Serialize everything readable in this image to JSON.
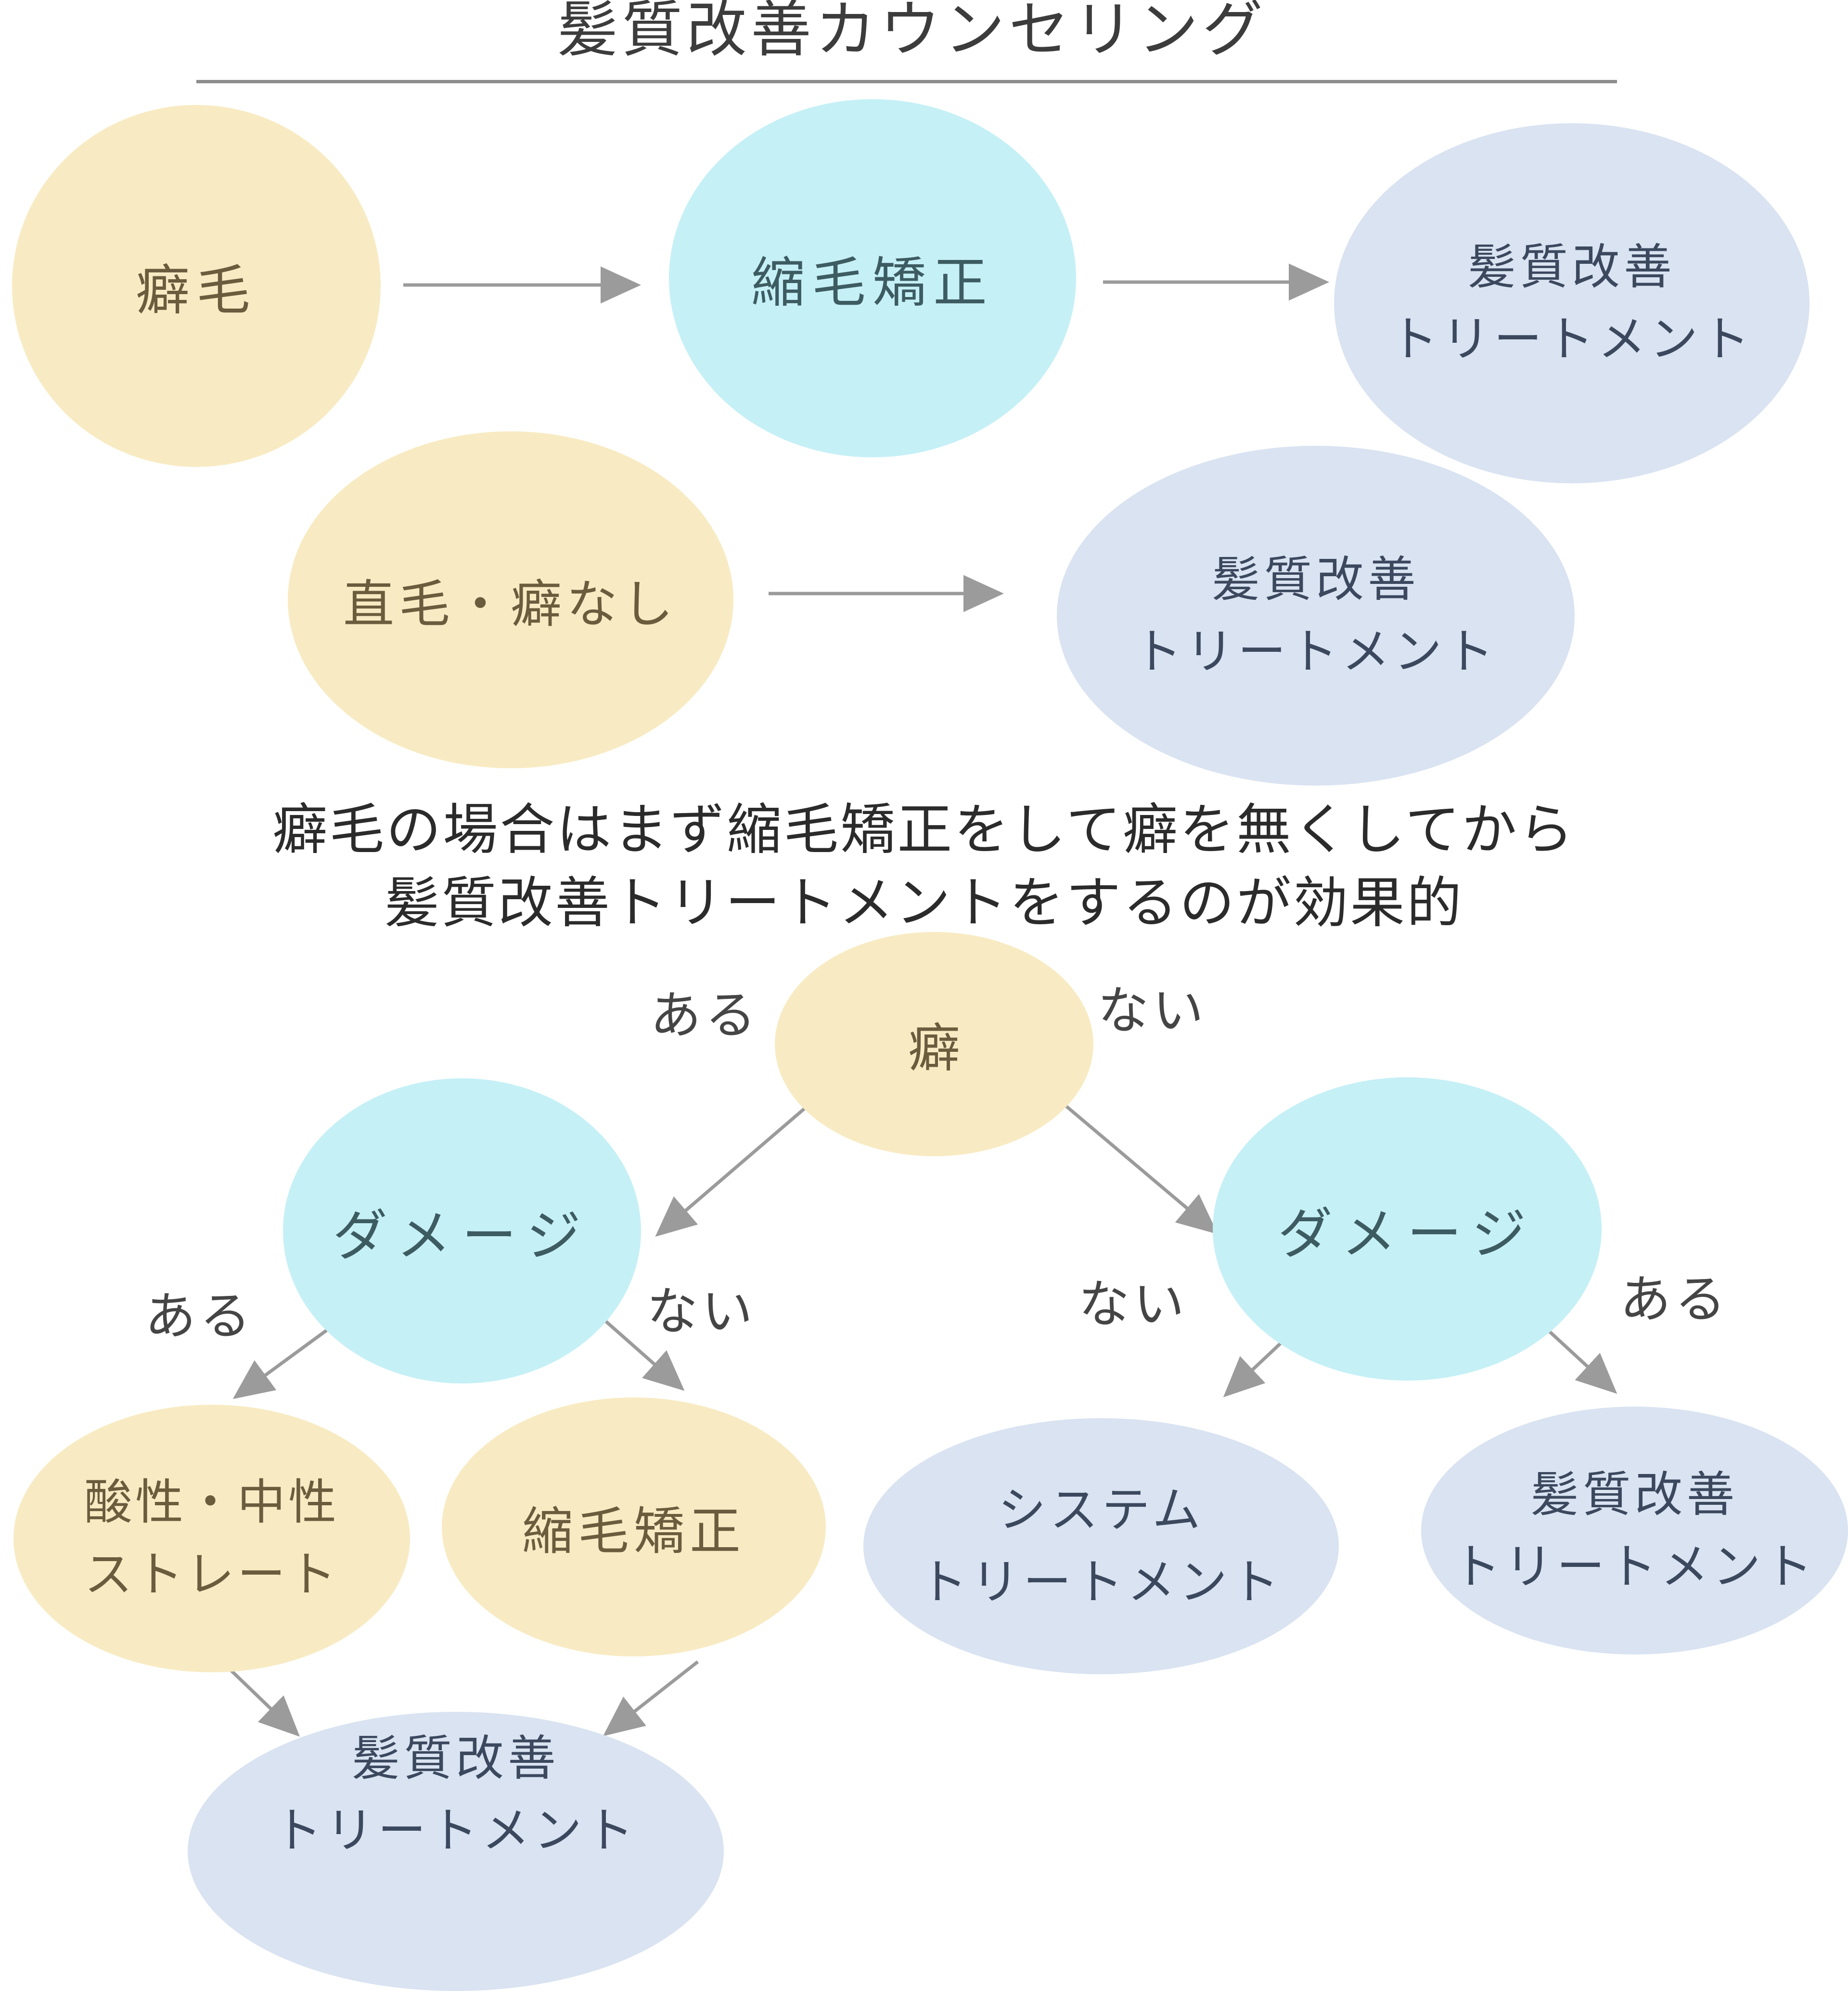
{
  "title": "髪質改善カウンセリング",
  "colors": {
    "yellow": "#f8ebc3",
    "cyan": "#c5f0f6",
    "blue": "#d9e3f1",
    "arrow": "#9b9b9b",
    "divider": "#8d8d8d"
  },
  "flow_top": {
    "kusege": "癖毛",
    "shukumo": "縮毛矯正",
    "treatment1": {
      "line1": "髪質改善",
      "line2": "トリートメント"
    },
    "chokumo": "直毛・癖なし",
    "treatment2": {
      "line1": "髪質改善",
      "line2": "トリートメント"
    }
  },
  "note": {
    "line1": "癖毛の場合はまず縮毛矯正をして癖を無くしてから",
    "line2": "髪質改善トリートメントをするのが効果的"
  },
  "tree": {
    "root": "癖",
    "root_left_label": "ある",
    "root_right_label": "ない",
    "damage_left": "ダメージ",
    "damage_right": "ダメージ",
    "damage_left_left_label": "ある",
    "damage_left_right_label": "ない",
    "damage_right_left_label": "ない",
    "damage_right_right_label": "ある",
    "leaf_acid": {
      "line1": "酸性・中性",
      "line2": "ストレート"
    },
    "leaf_shukumo": "縮毛矯正",
    "leaf_system": {
      "line1": "システム",
      "line2": "トリートメント"
    },
    "leaf_treatment": {
      "line1": "髪質改善",
      "line2": "トリートメント"
    },
    "final": {
      "line1": "髪質改善",
      "line2": "トリートメント"
    }
  }
}
